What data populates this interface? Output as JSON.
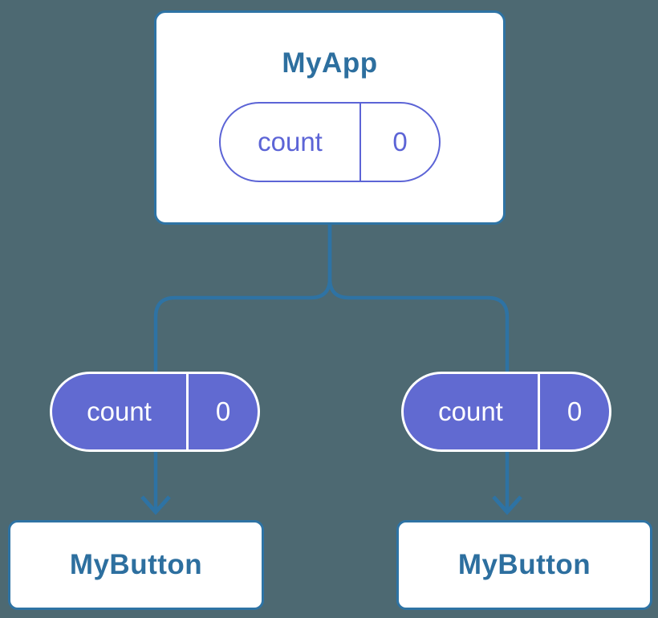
{
  "diagram": {
    "root": {
      "title": "MyApp",
      "state": {
        "name": "count",
        "value": "0"
      }
    },
    "children": [
      {
        "title": "MyButton",
        "state": {
          "name": "count",
          "value": "0"
        }
      },
      {
        "title": "MyButton",
        "state": {
          "name": "count",
          "value": "0"
        }
      }
    ]
  },
  "colors": {
    "background": "#4D6972",
    "connector_line": "#2E73A4",
    "component_border": "#2E73A4",
    "component_label": "#2D6F9F",
    "state_fill_purple": "#616AD1",
    "state_outline_purple": "#5C64D6",
    "card_fill": "#FFFFFF"
  }
}
